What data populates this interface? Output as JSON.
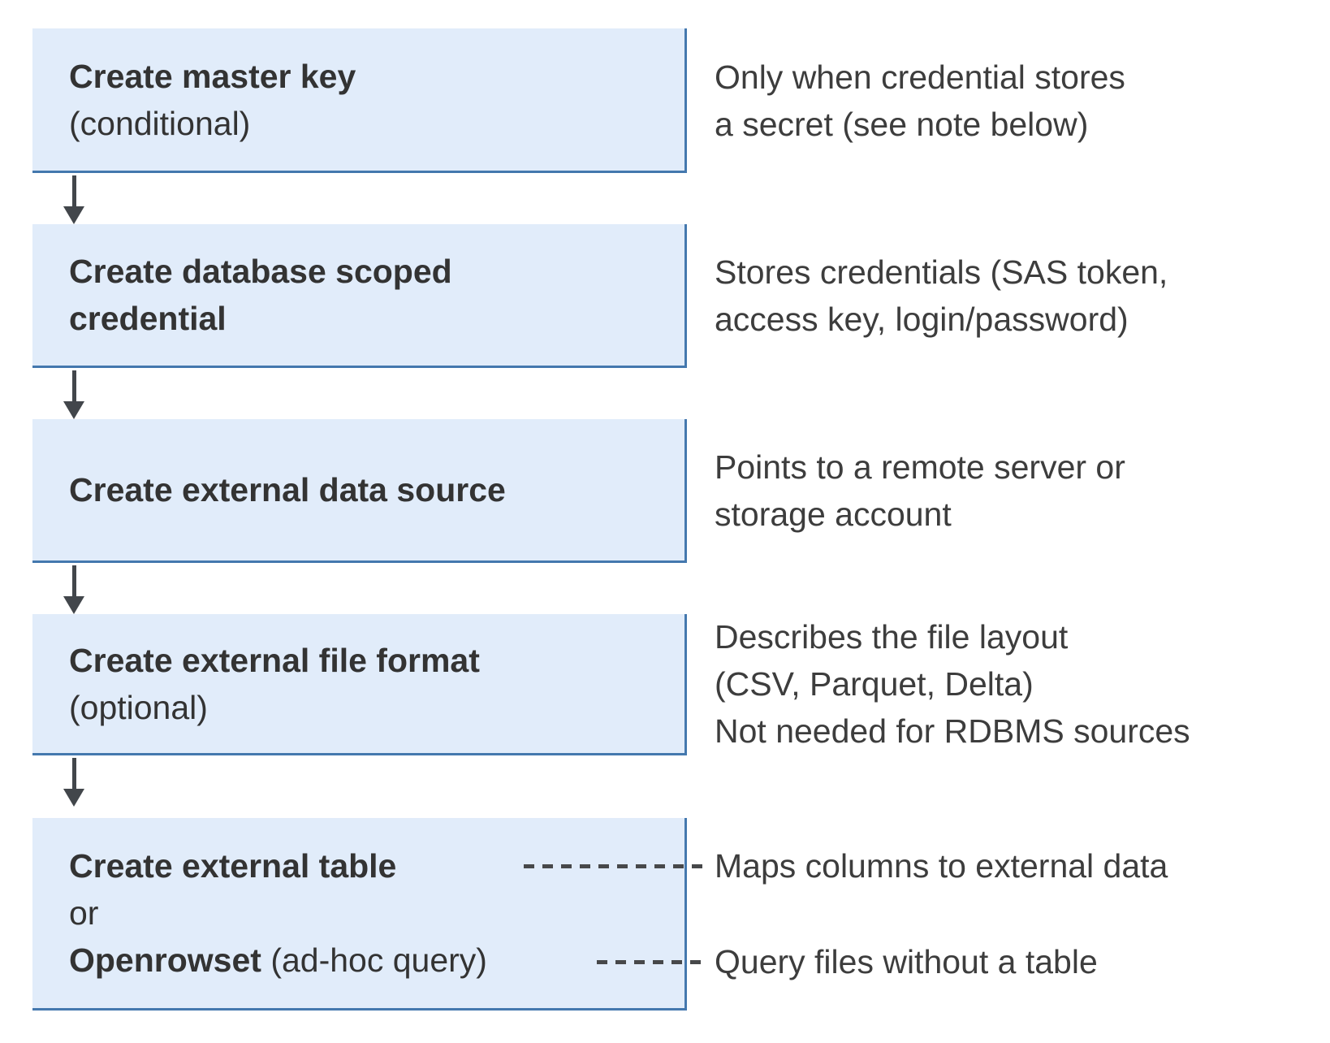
{
  "colors": {
    "box-fill": "#e1ecfa",
    "box-border": "#4478ae",
    "title-color": "#333333",
    "note-color": "#3d3d3d",
    "arrow-color": "#42464b",
    "dash-color": "#47484a"
  },
  "boxes": {
    "box1": {
      "title": "Create master key",
      "subtitle": "(conditional)"
    },
    "box2": {
      "title_line1": "Create database scoped",
      "title_line2": "credential"
    },
    "box3": {
      "title": "Create external data source"
    },
    "box4": {
      "title": "Create external file format",
      "subtitle": "(optional)"
    },
    "box5": {
      "option1": "Create external table",
      "connector": "or",
      "option2_name": "Openrowset",
      "option2_qualifier": " (ad-hoc query)"
    }
  },
  "notes": {
    "note1": {
      "line1": "Only when credential stores",
      "line2": "a secret (see note below)"
    },
    "note2": {
      "line1": "Stores credentials (SAS token,",
      "line2": "access key, login/password)"
    },
    "note3": {
      "line1": "Points to a remote server or",
      "line2": "storage account"
    },
    "note4": {
      "line1": "Describes the file layout",
      "line2": "(CSV, Parquet, Delta)",
      "line3": "Not needed for RDBMS sources"
    },
    "note5": {
      "line1": "Maps columns to external data",
      "line2": "Query files without a table"
    }
  }
}
